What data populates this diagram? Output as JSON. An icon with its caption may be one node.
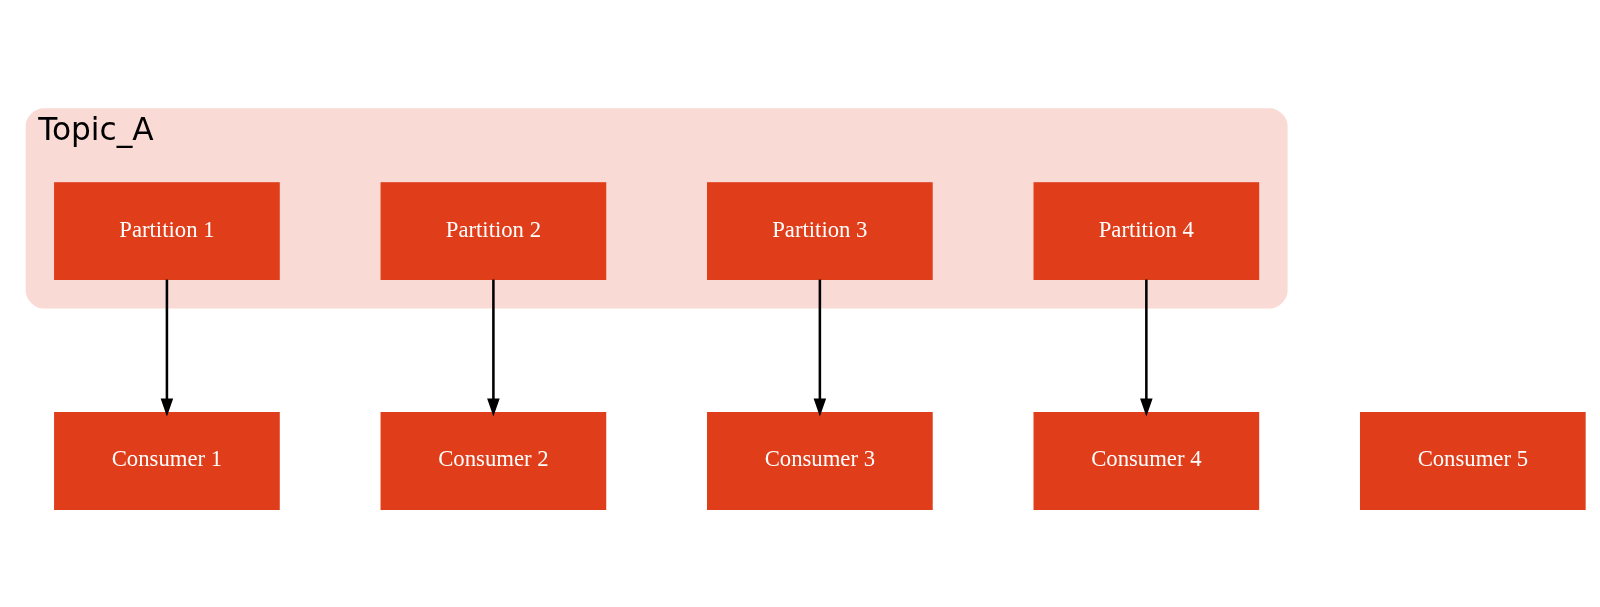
{
  "diagram": {
    "nodes": [
      {
        "text": [
          "Topic_A"
        ]
      },
      {
        "text": [
          "Partition 1"
        ],
        "in": 0
      },
      {
        "text": [
          "Partition 2"
        ],
        "in": 0
      },
      {
        "text": [
          "Partition 3"
        ],
        "in": 0
      },
      {
        "text": [
          "Partition 4"
        ],
        "in": 0
      },
      {
        "text": [
          "Consumer 1"
        ]
      },
      {
        "text": [
          "Consumer 2"
        ]
      },
      {
        "text": [
          "Consumer 3"
        ]
      },
      {
        "text": [
          "Consumer 4"
        ]
      },
      {
        "text": [
          "Consumer 5"
        ]
      }
    ],
    "edges": [
      {
        "from": 1,
        "to": 5,
        "arrow": "to"
      },
      {
        "from": 2,
        "to": 6,
        "arrow": "to"
      },
      {
        "from": 3,
        "to": 7,
        "arrow": "to"
      },
      {
        "from": 4,
        "to": 8,
        "arrow": "to"
      }
    ]
  }
}
